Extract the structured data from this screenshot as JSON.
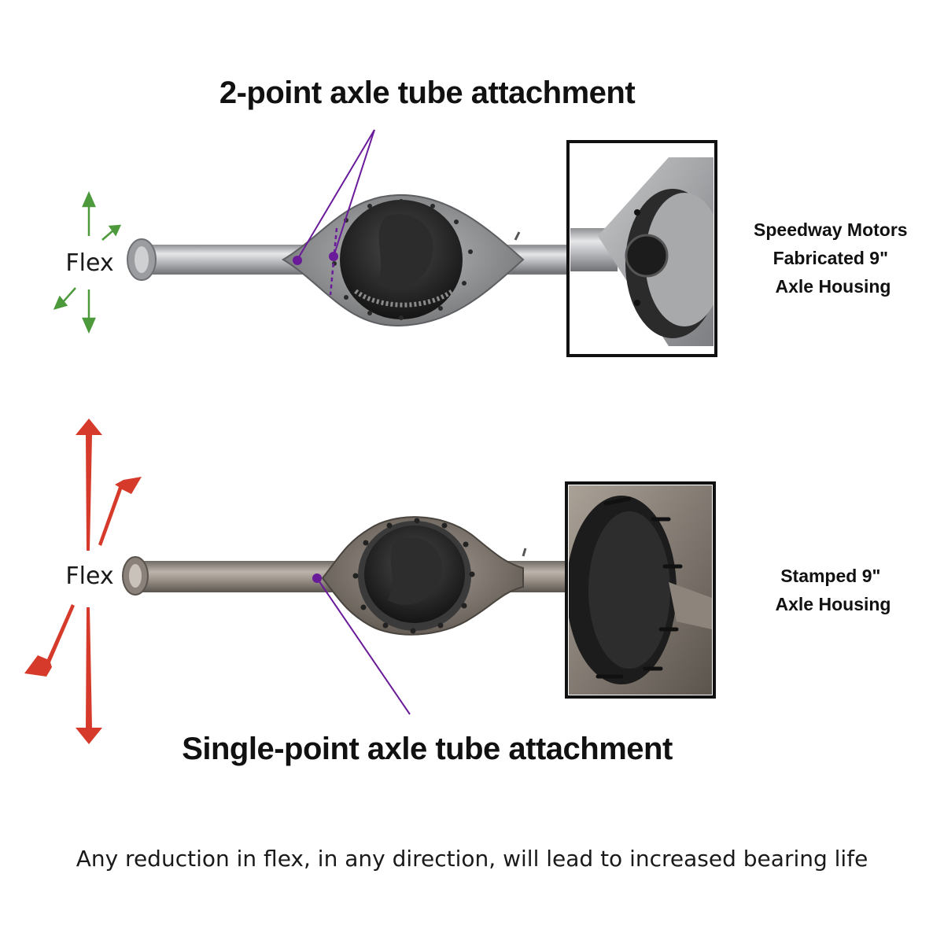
{
  "top_section": {
    "headline": "2-point axle tube attachment",
    "flex_label": "Flex",
    "product_label": [
      "Speedway Motors",
      "Fabricated 9\"",
      "Axle Housing"
    ],
    "flex_arrow_color": "#4c9a3c",
    "callout_color": "#6a1b9a"
  },
  "bottom_section": {
    "headline": "Single-point axle tube attachment",
    "flex_label": "Flex",
    "product_label": [
      "Stamped 9\"",
      "Axle Housing"
    ],
    "flex_arrow_color": "#d63a2a",
    "callout_color": "#6a1b9a"
  },
  "footer": {
    "caption": "Any reduction in flex, in any direction, will lead to increased bearing life"
  },
  "icons": [
    "axle-housing-fabricated",
    "axle-housing-stamped",
    "detail-inset",
    "flex-arrows"
  ]
}
